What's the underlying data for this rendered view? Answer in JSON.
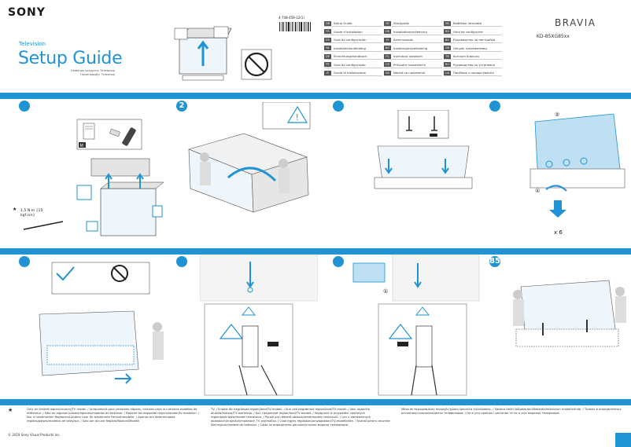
{
  "header": {
    "brand": "SONY",
    "category": "Television",
    "title": "Setup Guide",
    "subtitle_ru": "Название продукта: Телевизор",
    "subtitle_ua": "Назва виробу: Телевізор",
    "doc_number": "4-748-459-12(1)",
    "product_line": "BRAVIA",
    "model": "KD-85XG85xx"
  },
  "languages": [
    [
      {
        "code": "GB",
        "name": "Setup Guide"
      },
      {
        "code": "FR",
        "name": "Guide d'installation"
      },
      {
        "code": "ES",
        "name": "Guía de configuración"
      },
      {
        "code": "NL",
        "name": "Installatiehandleiding"
      },
      {
        "code": "DE",
        "name": "Einrichtungshandbuch"
      },
      {
        "code": "PT",
        "name": "Guia de configuração"
      },
      {
        "code": "IT",
        "name": "Guida di installazione"
      }
    ],
    [
      {
        "code": "SE",
        "name": "Startguide"
      },
      {
        "code": "DK",
        "name": "Installationsvejledning"
      },
      {
        "code": "FI",
        "name": "Asennusopas"
      },
      {
        "code": "NO",
        "name": "Installasjonsveiledning"
      },
      {
        "code": "PL",
        "name": "Instrukcja ustawień"
      },
      {
        "code": "CZ",
        "name": "Průvodce nastavením"
      },
      {
        "code": "SK",
        "name": "Návod na nastavenie"
      }
    ],
    [
      {
        "code": "HU",
        "name": "Beállítási útmutató"
      },
      {
        "code": "RO",
        "name": "Ghid de configurare"
      },
      {
        "code": "BG",
        "name": "Ръководство за настройка"
      },
      {
        "code": "GR",
        "name": "Οδηγός εγκατάστασης"
      },
      {
        "code": "TR",
        "name": "Kurulum Kılavuzu"
      },
      {
        "code": "RU",
        "name": "Руководство по установке"
      },
      {
        "code": "UA",
        "name": "Посібник з налаштування"
      }
    ]
  ],
  "steps": {
    "s2": "2",
    "s8": "85",
    "screw_spec": "1,5 N·m {15 kgf·cm}",
    "circled_1": "①",
    "circled_2": "②",
    "qty": "x 6",
    "badge_m": "M"
  },
  "footer": {
    "star": "★",
    "col1": "Only on limited region/country/TV model. / Uniquement pour certaines régions, certains pays ou certains modèles de téléviseur. / Sólo en algunos países/regiones/modelos de televisor. / Beperkt tot bepaalde regio's/landen/tv-modellen. / Nur in bestimmten Regionen/Ländern bzw. für bestimmte Fernsehmodelle. / Apenas em determinadas regiões/países/modelos de televisor. / Solo per alcune Regioni/Nazioni/Modelli",
    "col2": "TV. / Endast för begränsad region/land/TV-modell. / Kun ved begrænset region/land/TV-model. / Vain rajatuilla alueilla/maissa/TV-malleissa. / Kun i begrenset region/land/TV-modell. / Wyłącznie w przypadku niektórych regionów/krajów/modeli telewizora. / Pouze pro některé oblasti/země/modely televizorů. / Len v obmedzených oblastiach/krajinách/modeloch TV prijímačov. / Csak egyes régiókban/országokban/TV-modelleken. / Numai pentru anumite țări/regiuni/modele de televizor. / Само за определени региони/страни модели телевизори.",
    "col3": "Μόνο σε περιορισμένες περιοχές/χώρες/μοντέλα τηλεόρασης. / Sadece belirli bölgelerde/ülkelerde/televizyon modellerinde. / Только в определенных регионах/странах/моделях телевизоров. / Не в усіх країнах і регіонах та не в усіх моделях телевізорів.",
    "copyright": "© 2019 Sony Visual Products Inc."
  },
  "colors": {
    "accent": "#1f93d3",
    "dark": "#1a1a1a"
  }
}
